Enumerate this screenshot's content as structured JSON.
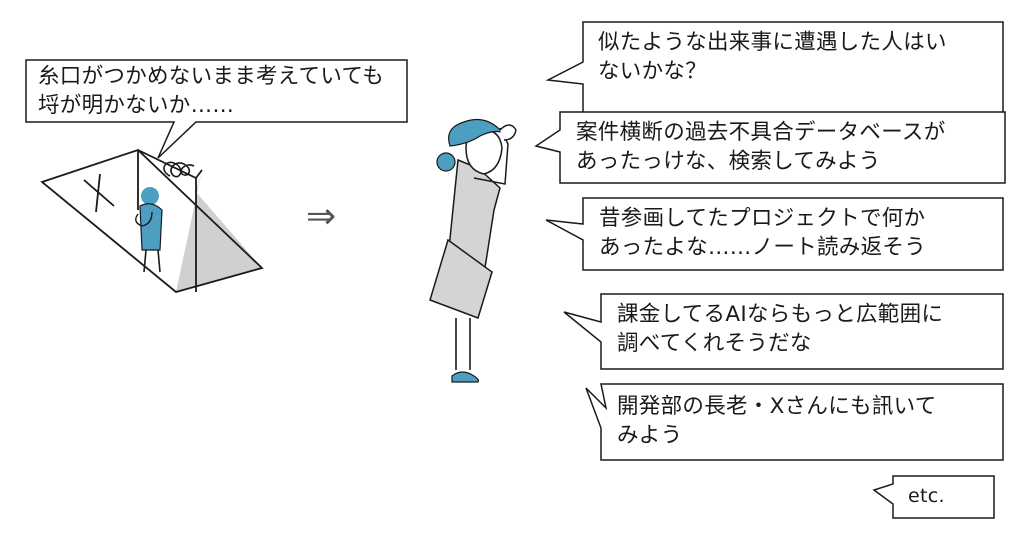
{
  "colors": {
    "accent": "#4d9fc1",
    "outline": "#1a1a1a",
    "shadow": "#d0d0d0",
    "suit": "#d4d4d4"
  },
  "left_scene": {
    "thought": {
      "line1": "糸口がつかめないまま考えていても",
      "line2": "埒が明かないか……"
    },
    "arrow_icon": "⇒"
  },
  "right_scene": {
    "bubbles": [
      {
        "line1": "似たような出来事に遭遇した人はい",
        "line2": "ないかな？"
      },
      {
        "line1": "案件横断の過去不具合データベースが",
        "line2": "あったっけな、検索してみよう"
      },
      {
        "line1": "昔参画してたプロジェクトで何か",
        "line2": "あったよな……ノート読み返そう"
      },
      {
        "line1": "課金してるAIならもっと広範囲に",
        "line2": "調べてくれそうだな"
      },
      {
        "line1": "開発部の長老・Xさんにも訊いて",
        "line2": "みよう"
      },
      {
        "line1": "etc.",
        "line2": ""
      }
    ]
  }
}
